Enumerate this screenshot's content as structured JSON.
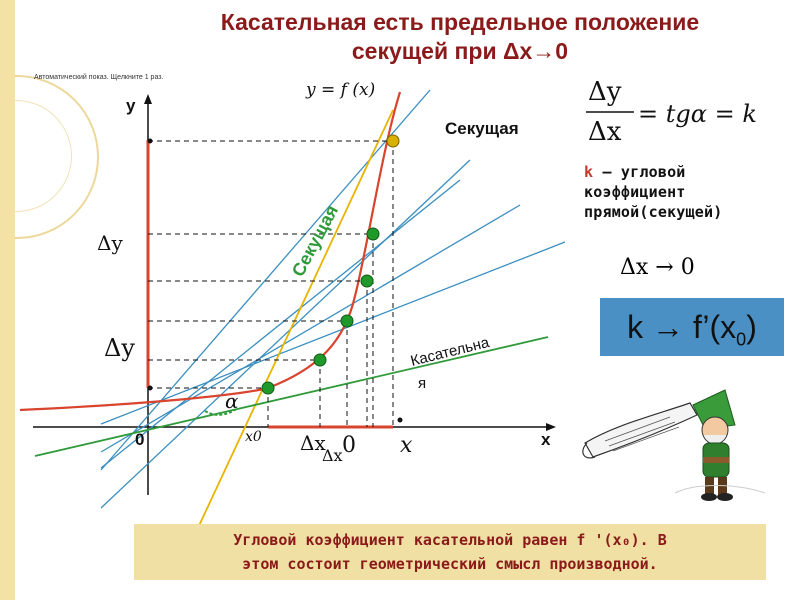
{
  "slide": {
    "title_line1": "Касательная есть предельное положение",
    "title_line2": "секущей при Δx→0",
    "auto_note": "Автоматический показ. Щелкните 1 раз.",
    "function_label": "y = f (x)",
    "secant_label": "Секущая",
    "secant_rotated_label": "Секущая",
    "tangent_label_line1": "Касательна",
    "tangent_label_line2": "я",
    "axis_y_label": "y",
    "axis_x_label": "x",
    "origin_label": "0",
    "dy_label_1": "Δy",
    "dy_label_2": "Δy",
    "alpha_label": "α",
    "x0_label": "x0",
    "dx_label": "Δx",
    "dx_zero_label": "0",
    "dx_tail_label": "Δx",
    "x_label": "x",
    "formula_numerator": "Δy",
    "formula_denominator": "Δx",
    "formula_rhs": "= tgα = k",
    "note_k": "k",
    "note_text": " – угловой коэффициент прямой(секущей)",
    "dx_limit": "Δx → 0",
    "k_limit": "k → f’(x",
    "k_limit_sub": "0",
    "k_limit_close": ")",
    "bottom_line1": "Угловой коэффициент касательной равен f '(x₀). В",
    "bottom_line2": "этом состоит геометрический смысл производной."
  },
  "colors": {
    "title": "#8b1a1a",
    "curve": "#d9442e",
    "tangent": "#2e9a3a",
    "secant_gold": "#e8b400",
    "secants_blue": "#3b8fc0",
    "points": "#1f9a2a",
    "k_box": "#4a90c4",
    "bottom_box": "#f0e0a4"
  }
}
